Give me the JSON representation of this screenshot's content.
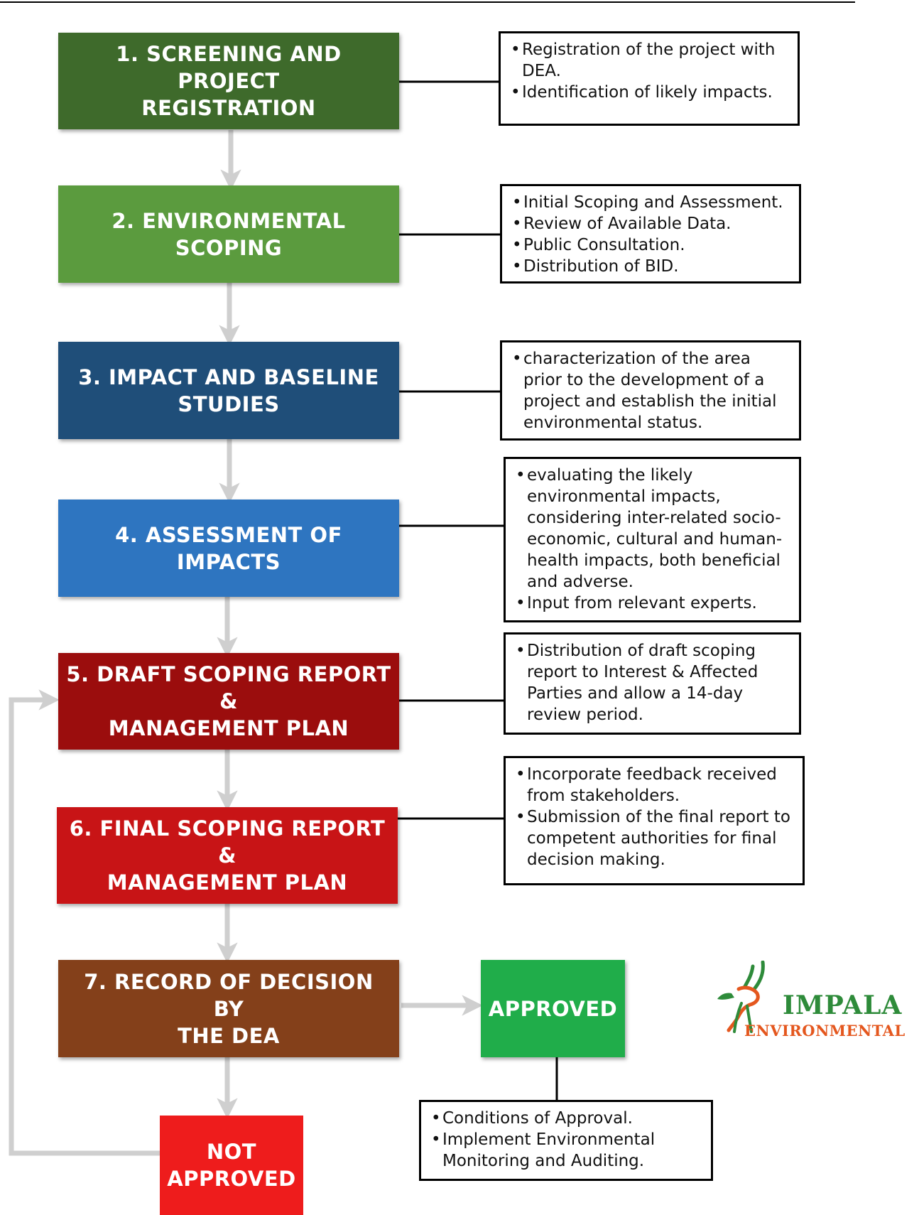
{
  "steps": [
    {
      "label": "1. SCREENING AND PROJECT\nREGISTRATION",
      "color": "#3e6a2b"
    },
    {
      "label": "2. ENVIRONMENTAL SCOPING",
      "color": "#5b9b3e"
    },
    {
      "label": "3. IMPACT AND BASELINE\nSTUDIES",
      "color": "#1f4e79"
    },
    {
      "label": "4. ASSESSMENT OF IMPACTS",
      "color": "#2e75c0"
    },
    {
      "label": "5. DRAFT SCOPING REPORT &\nMANAGEMENT PLAN",
      "color": "#9b0d0d"
    },
    {
      "label": "6. FINAL SCOPING REPORT &\nMANAGEMENT PLAN",
      "color": "#c81416"
    },
    {
      "label": "7. RECORD OF DECISION BY\nTHE DEA",
      "color": "#84401a"
    }
  ],
  "approved": {
    "label": "APPROVED",
    "color": "#20ad4a"
  },
  "not_approved": {
    "label": "NOT\nAPPROVED",
    "color": "#ee1c1c"
  },
  "notes": [
    {
      "items": [
        "Registration of the project with DEA.",
        "Identification of likely impacts."
      ]
    },
    {
      "items": [
        "Initial Scoping and Assessment.",
        "Review of Available Data.",
        "Public Consultation.",
        "Distribution of BID."
      ]
    },
    {
      "items": [
        "characterization of the area prior to the development of a project and establish the initial environmental status."
      ]
    },
    {
      "items": [
        "evaluating the likely environmental impacts, considering inter-related socio-economic, cultural and human-health impacts, both beneficial and adverse.",
        "Input from relevant experts."
      ]
    },
    {
      "items": [
        "Distribution of draft scoping report to Interest & Affected Parties and allow a 14-day review period."
      ]
    },
    {
      "items": [
        "Incorporate feedback received from stakeholders.",
        "Submission of the final report to competent authorities for final decision making."
      ]
    }
  ],
  "approval_note": {
    "items": [
      "Conditions of Approval.",
      "Implement Environmental Monitoring and Auditing."
    ]
  },
  "logo": {
    "name": "IMPALA",
    "tagline": "ENVIRONMENTAL"
  }
}
